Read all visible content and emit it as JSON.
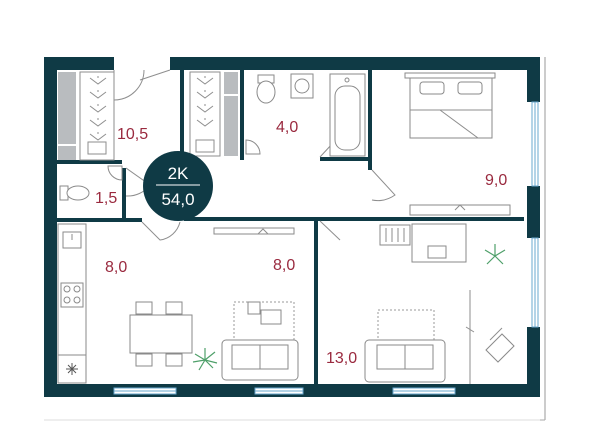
{
  "apartment": {
    "type_label": "2K",
    "total_area": "54,0"
  },
  "rooms": [
    {
      "id": "wardrobe",
      "area": "10,5"
    },
    {
      "id": "bathroom",
      "area": "4,0"
    },
    {
      "id": "bedroom",
      "area": "9,0"
    },
    {
      "id": "toilet",
      "area": "1,5"
    },
    {
      "id": "kitchen",
      "area": "8,0"
    },
    {
      "id": "dining",
      "area": "8,0"
    },
    {
      "id": "living-room",
      "area": "13,0"
    }
  ],
  "colors": {
    "wall": "#0f3a45",
    "area_label": "#9a2a3f",
    "window": "#6aa8cf",
    "plant": "#4fa06a"
  }
}
